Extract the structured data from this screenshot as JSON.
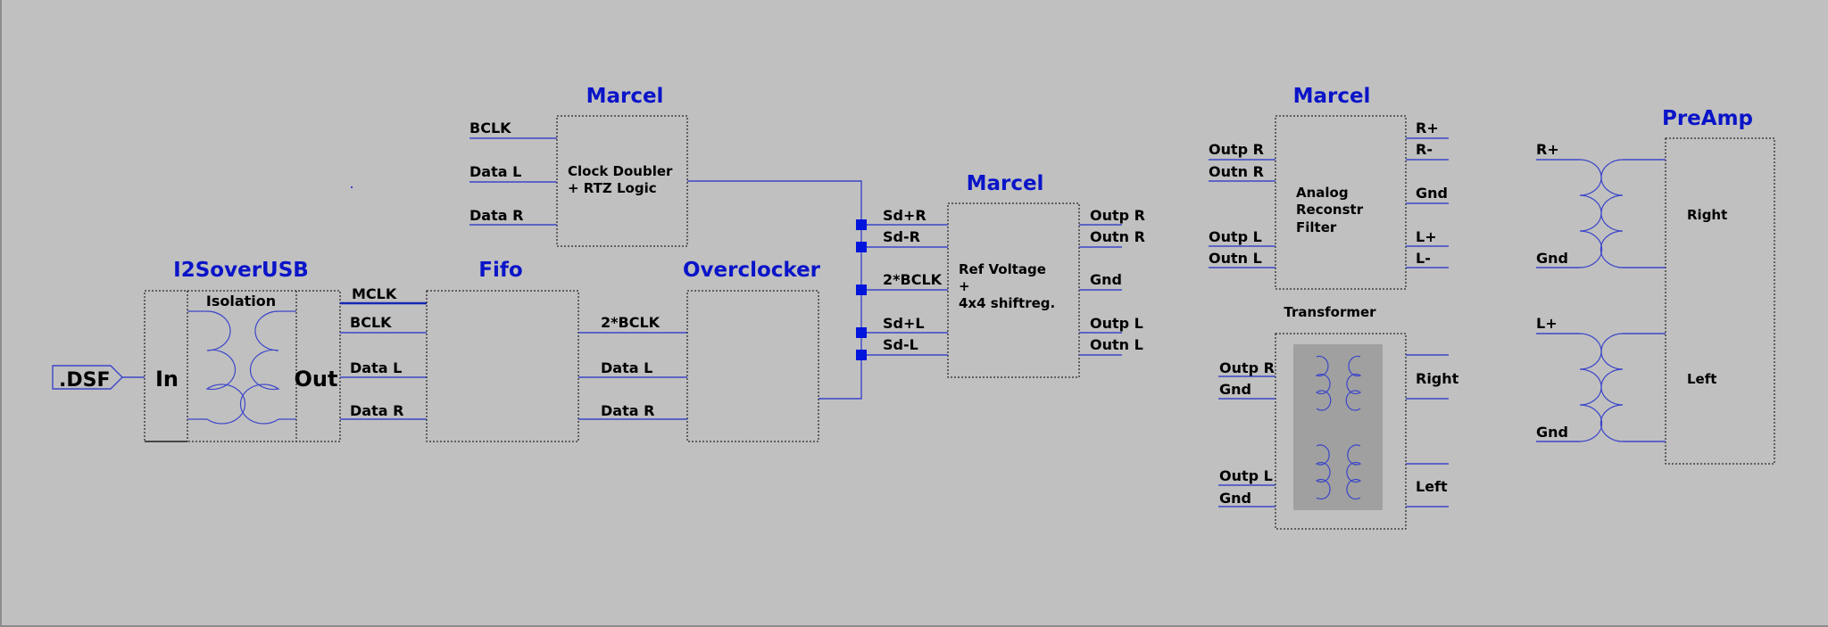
{
  "titles": {
    "marcel_clock": "Marcel",
    "i2s": "I2SoverUSB",
    "fifo": "Fifo",
    "overclocker": "Overclocker",
    "marcel_ref": "Marcel",
    "marcel_filter": "Marcel",
    "preamp": "PreAmp"
  },
  "input_port": ".DSF",
  "i2s": {
    "isolation": "Isolation",
    "in": "In",
    "out": "Out"
  },
  "i2s_outputs": [
    "MCLK",
    "BCLK",
    "Data L",
    "Data R"
  ],
  "clock_inputs": [
    "BCLK",
    "Data L",
    "Data R"
  ],
  "clock_box": {
    "line1": "Clock Doubler",
    "line2": "+ RTZ Logic"
  },
  "fifo_outputs": [
    "2*BCLK",
    "Data L",
    "Data R"
  ],
  "ref_inputs": [
    "Sd+R",
    "Sd-R",
    "2*BCLK",
    "Sd+L",
    "Sd-L"
  ],
  "ref_box": {
    "line1": "Ref Voltage",
    "line2": "+",
    "line3": "4x4 shiftreg."
  },
  "ref_outputs": [
    "Outp R",
    "Outn R",
    "Gnd",
    "Outp L",
    "Outn L"
  ],
  "filter_inputs": [
    "Outp R",
    "Outn R",
    "Outp L",
    "Outn L"
  ],
  "filter_box": {
    "line1": "Analog",
    "line2": "Reconstr",
    "line3": "Filter"
  },
  "filter_outputs": [
    "R+",
    "R-",
    "Gnd",
    "L+",
    "L-"
  ],
  "transformer": {
    "title": "Transformer",
    "in_r": [
      "Outp R",
      "Gnd"
    ],
    "in_l": [
      "Outp L",
      "Gnd"
    ],
    "out_right": "Right",
    "out_left": "Left"
  },
  "preamp": {
    "in_r": [
      "R+",
      "Gnd"
    ],
    "in_l": [
      "L+",
      "Gnd"
    ],
    "right": "Right",
    "left": "Left"
  }
}
